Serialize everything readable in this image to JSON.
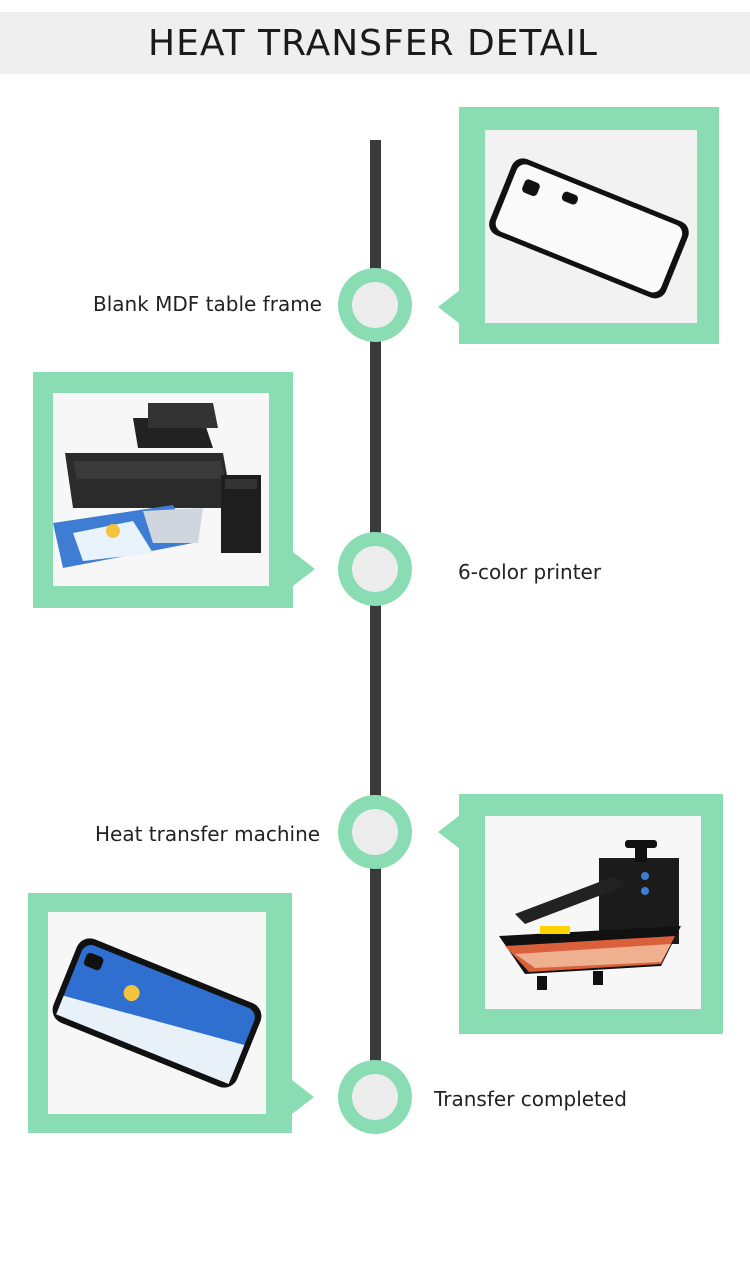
{
  "header": {
    "title": "HEAT TRANSFER DETAIL"
  },
  "steps": [
    {
      "label": "Blank MDF table frame",
      "image": "blank-phone-case-image"
    },
    {
      "label": "6-color printer",
      "image": "printer-image"
    },
    {
      "label": "Heat transfer machine",
      "image": "heat-press-image"
    },
    {
      "label": "Transfer completed",
      "image": "printed-phone-case-image"
    }
  ],
  "colors": {
    "accent": "#8adcb3",
    "line": "#3a3a3a",
    "header_bg": "#efefef"
  }
}
